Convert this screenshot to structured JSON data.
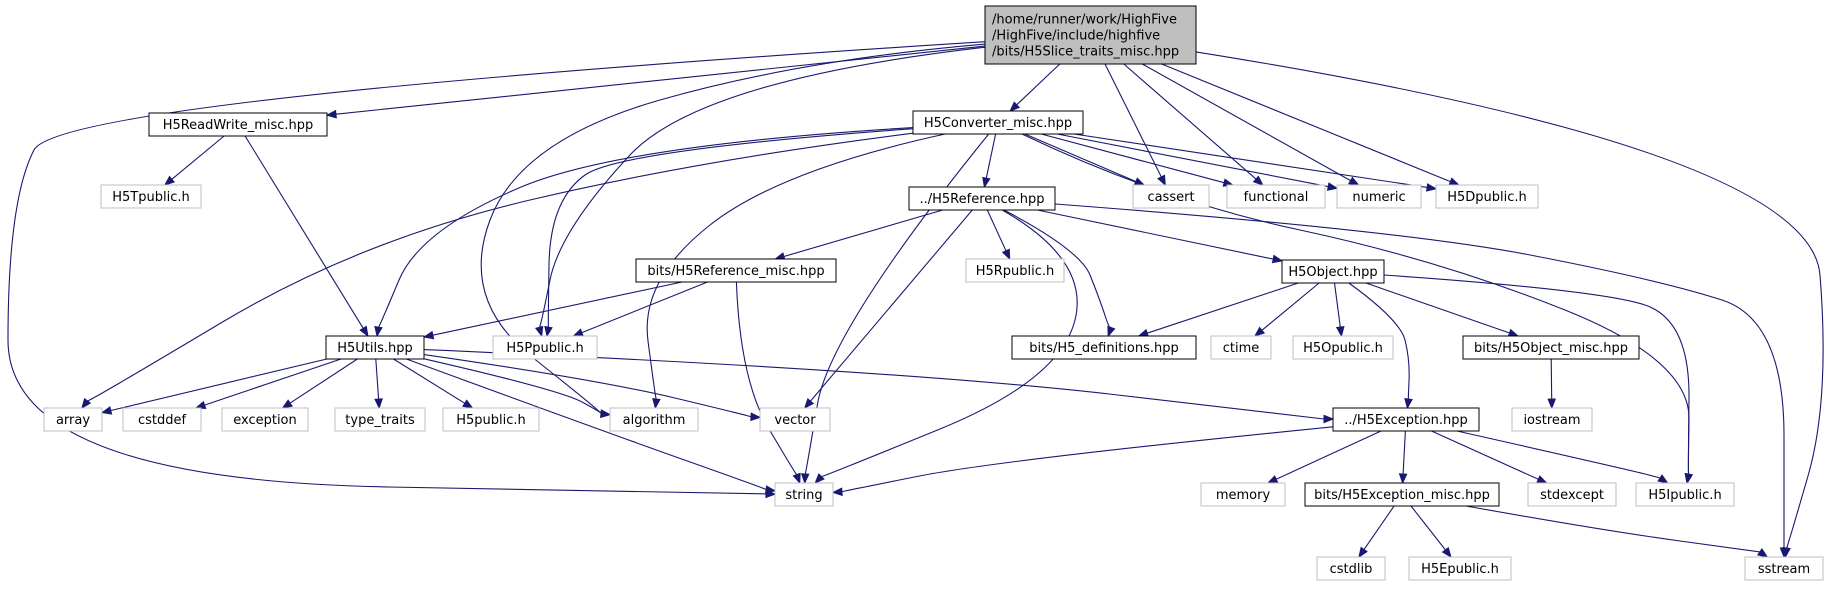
{
  "colors": {
    "edge": "#191970",
    "root_fill": "#bfbfbf",
    "root_stroke": "#000000",
    "local_stroke": "#000000",
    "system_stroke": "#bfbfbf",
    "system_text": "#404040",
    "fill": "#ffffff"
  },
  "nodes": [
    {
      "id": "root",
      "lines": [
        "/home/runner/work/HighFive",
        "/HighFive/include/highfive",
        "/bits/H5Slice_traits_misc.hpp"
      ],
      "kind": "root"
    },
    {
      "id": "readwrite",
      "lines": [
        "H5ReadWrite_misc.hpp"
      ],
      "kind": "local"
    },
    {
      "id": "converter",
      "lines": [
        "H5Converter_misc.hpp"
      ],
      "kind": "local"
    },
    {
      "id": "tpublic",
      "lines": [
        "H5Tpublic.h"
      ],
      "kind": "system"
    },
    {
      "id": "reference",
      "lines": [
        "../H5Reference.hpp"
      ],
      "kind": "local"
    },
    {
      "id": "cassert",
      "lines": [
        "cassert"
      ],
      "kind": "system"
    },
    {
      "id": "functional",
      "lines": [
        "functional"
      ],
      "kind": "system"
    },
    {
      "id": "numeric",
      "lines": [
        "numeric"
      ],
      "kind": "system"
    },
    {
      "id": "dpublic",
      "lines": [
        "H5Dpublic.h"
      ],
      "kind": "system"
    },
    {
      "id": "refmisc",
      "lines": [
        "bits/H5Reference_misc.hpp"
      ],
      "kind": "local"
    },
    {
      "id": "rpublic",
      "lines": [
        "H5Rpublic.h"
      ],
      "kind": "system"
    },
    {
      "id": "object",
      "lines": [
        "H5Object.hpp"
      ],
      "kind": "local"
    },
    {
      "id": "utils",
      "lines": [
        "H5Utils.hpp"
      ],
      "kind": "local"
    },
    {
      "id": "ppublic",
      "lines": [
        "H5Ppublic.h"
      ],
      "kind": "system"
    },
    {
      "id": "defs",
      "lines": [
        "bits/H5_definitions.hpp"
      ],
      "kind": "local"
    },
    {
      "id": "ctime",
      "lines": [
        "ctime"
      ],
      "kind": "system"
    },
    {
      "id": "opublic",
      "lines": [
        "H5Opublic.h"
      ],
      "kind": "system"
    },
    {
      "id": "objmisc",
      "lines": [
        "bits/H5Object_misc.hpp"
      ],
      "kind": "local"
    },
    {
      "id": "array",
      "lines": [
        "array"
      ],
      "kind": "system"
    },
    {
      "id": "cstddef",
      "lines": [
        "cstddef"
      ],
      "kind": "system"
    },
    {
      "id": "exception",
      "lines": [
        "exception"
      ],
      "kind": "system"
    },
    {
      "id": "type_traits",
      "lines": [
        "type_traits"
      ],
      "kind": "system"
    },
    {
      "id": "h5public",
      "lines": [
        "H5public.h"
      ],
      "kind": "system"
    },
    {
      "id": "algorithm",
      "lines": [
        "algorithm"
      ],
      "kind": "system"
    },
    {
      "id": "vector",
      "lines": [
        "vector"
      ],
      "kind": "system"
    },
    {
      "id": "h5exception",
      "lines": [
        "../H5Exception.hpp"
      ],
      "kind": "local"
    },
    {
      "id": "iostream",
      "lines": [
        "iostream"
      ],
      "kind": "system"
    },
    {
      "id": "string",
      "lines": [
        "string"
      ],
      "kind": "system"
    },
    {
      "id": "memory",
      "lines": [
        "memory"
      ],
      "kind": "system"
    },
    {
      "id": "excmisc",
      "lines": [
        "bits/H5Exception_misc.hpp"
      ],
      "kind": "local"
    },
    {
      "id": "stdexcept",
      "lines": [
        "stdexcept"
      ],
      "kind": "system"
    },
    {
      "id": "ipublic",
      "lines": [
        "H5Ipublic.h"
      ],
      "kind": "system"
    },
    {
      "id": "cstdlib",
      "lines": [
        "cstdlib"
      ],
      "kind": "system"
    },
    {
      "id": "epublic",
      "lines": [
        "H5Epublic.h"
      ],
      "kind": "system"
    },
    {
      "id": "sstream",
      "lines": [
        "sstream"
      ],
      "kind": "system"
    }
  ],
  "edges": [
    [
      "root",
      "readwrite"
    ],
    [
      "root",
      "converter"
    ],
    [
      "root",
      "string"
    ],
    [
      "root",
      "ppublic"
    ],
    [
      "root",
      "algorithm"
    ],
    [
      "root",
      "cassert"
    ],
    [
      "root",
      "functional"
    ],
    [
      "root",
      "numeric"
    ],
    [
      "root",
      "dpublic"
    ],
    [
      "root",
      "sstream"
    ],
    [
      "readwrite",
      "tpublic"
    ],
    [
      "readwrite",
      "utils"
    ],
    [
      "converter",
      "array"
    ],
    [
      "converter",
      "utils"
    ],
    [
      "converter",
      "ppublic"
    ],
    [
      "converter",
      "algorithm"
    ],
    [
      "converter",
      "string"
    ],
    [
      "converter",
      "reference"
    ],
    [
      "converter",
      "cassert"
    ],
    [
      "converter",
      "functional"
    ],
    [
      "converter",
      "numeric"
    ],
    [
      "converter",
      "dpublic"
    ],
    [
      "converter",
      "ipublic"
    ],
    [
      "reference",
      "refmisc"
    ],
    [
      "reference",
      "vector"
    ],
    [
      "reference",
      "string"
    ],
    [
      "reference",
      "rpublic"
    ],
    [
      "reference",
      "defs"
    ],
    [
      "reference",
      "object"
    ],
    [
      "reference",
      "sstream"
    ],
    [
      "refmisc",
      "utils"
    ],
    [
      "refmisc",
      "ppublic"
    ],
    [
      "refmisc",
      "string"
    ],
    [
      "object",
      "defs"
    ],
    [
      "object",
      "ctime"
    ],
    [
      "object",
      "opublic"
    ],
    [
      "object",
      "objmisc"
    ],
    [
      "object",
      "h5exception"
    ],
    [
      "object",
      "ipublic"
    ],
    [
      "objmisc",
      "iostream"
    ],
    [
      "utils",
      "array"
    ],
    [
      "utils",
      "cstddef"
    ],
    [
      "utils",
      "exception"
    ],
    [
      "utils",
      "type_traits"
    ],
    [
      "utils",
      "h5public"
    ],
    [
      "utils",
      "algorithm"
    ],
    [
      "utils",
      "vector"
    ],
    [
      "utils",
      "string"
    ],
    [
      "utils",
      "h5exception"
    ],
    [
      "h5exception",
      "string"
    ],
    [
      "h5exception",
      "memory"
    ],
    [
      "h5exception",
      "excmisc"
    ],
    [
      "h5exception",
      "stdexcept"
    ],
    [
      "h5exception",
      "ipublic"
    ],
    [
      "excmisc",
      "cstdlib"
    ],
    [
      "excmisc",
      "epublic"
    ],
    [
      "excmisc",
      "sstream"
    ]
  ]
}
